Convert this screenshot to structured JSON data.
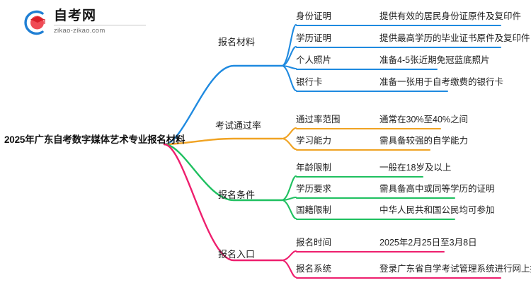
{
  "logo": {
    "name": "自考网",
    "url": "zikao-zikao.com",
    "mark_icon": "graduation-cap-icon",
    "ring_color": "#1f7fd4",
    "cap_color": "#e8353c"
  },
  "mindmap": {
    "root": "2025年广东自考数字媒体艺术专业报名材料",
    "branches": [
      {
        "label": "报名材料",
        "color": "#1f8ae0",
        "leaves": [
          {
            "key": "身份证明",
            "value": "提供有效的居民身份证原件及复印件"
          },
          {
            "key": "学历证明",
            "value": "提供最高学历的毕业证书原件及复印件"
          },
          {
            "key": "个人照片",
            "value": "准备4-5张近期免冠蓝底照片"
          },
          {
            "key": "银行卡",
            "value": "准备一张用于自考缴费的银行卡"
          }
        ]
      },
      {
        "label": "考试通过率",
        "color": "#f0a323",
        "leaves": [
          {
            "key": "通过率范围",
            "value": "通常在30%至40%之间"
          },
          {
            "key": "学习能力",
            "value": "需具备较强的自学能力"
          }
        ]
      },
      {
        "label": "报名条件",
        "color": "#1fc060",
        "leaves": [
          {
            "key": "年龄限制",
            "value": "一般在18岁及以上"
          },
          {
            "key": "学历要求",
            "value": "需具备高中或同等学历的证明"
          },
          {
            "key": "国籍限制",
            "value": "中华人民共和国公民均可参加"
          }
        ]
      },
      {
        "label": "报名入口",
        "color": "#ee1f6e",
        "leaves": [
          {
            "key": "报名时间",
            "value": "2025年2月25日至3月8日"
          },
          {
            "key": "报名系统",
            "value": "登录广东省自学考试管理系统进行网上报名"
          }
        ]
      }
    ]
  }
}
